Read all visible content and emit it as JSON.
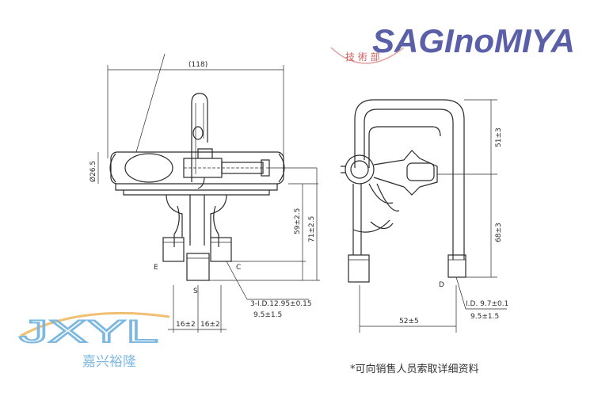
{
  "brand": {
    "name": "SAGInoMIYA",
    "color": "#5a5fa8"
  },
  "stamp_text": "技 術 部",
  "drawing": {
    "left_view": {
      "width_dim": "(118)",
      "diameter_dim": "Ø26.5",
      "height_dim_a": "59±2.5",
      "height_dim_b": "71±2.5",
      "port_label_e": "E",
      "port_label_s": "S",
      "port_label_c": "C",
      "tube_spec": "3-I.D.12.95±0.15",
      "tube_length": "9.5±1.5",
      "spacing_a": "16±2",
      "spacing_b": "16±2"
    },
    "right_view": {
      "upper_dim": "51±3",
      "lower_dim": "68±3",
      "port_label_d": "D",
      "tube_spec": "I.D. 9.7±0.1",
      "tube_length": "9.5±1.5",
      "base_dim": "52±5"
    }
  },
  "logo": {
    "letters": "JXYL",
    "chinese_name": "嘉兴裕隆",
    "color": "#7db8e0"
  },
  "note": "*可向销售人员索取详细资料"
}
